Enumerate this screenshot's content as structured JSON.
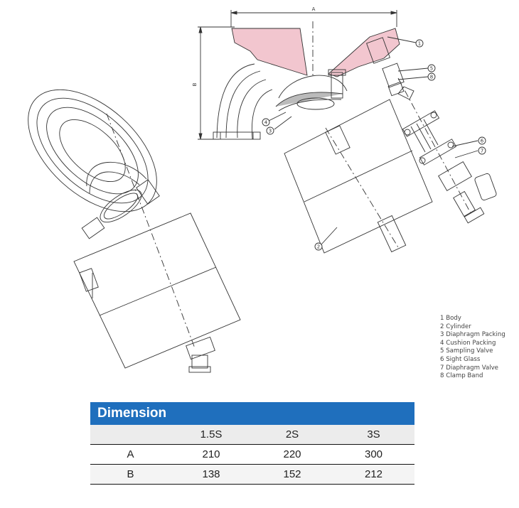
{
  "diagram": {
    "dimension_labels": {
      "a": "A",
      "b": "B"
    },
    "callouts": [
      "1",
      "2",
      "3",
      "4",
      "5",
      "6",
      "7",
      "8"
    ],
    "colors": {
      "line": "#333333",
      "highlight": "#f2c6cf",
      "header": "#1f6fbd"
    }
  },
  "legend": {
    "items": [
      "1 Body",
      "2 Cylinder",
      "3 Diaphragm Packing",
      "4 Cushion Packing",
      "5 Sampling Valve",
      "6 Sight Glass",
      "7 Diaphragm Valve",
      "8 Clamp Band"
    ]
  },
  "dimension_table": {
    "title": "Dimension",
    "columns": [
      "",
      "1.5S",
      "2S",
      "3S"
    ],
    "rows": [
      [
        "A",
        "210",
        "220",
        "300"
      ],
      [
        "B",
        "138",
        "152",
        "212"
      ]
    ]
  }
}
